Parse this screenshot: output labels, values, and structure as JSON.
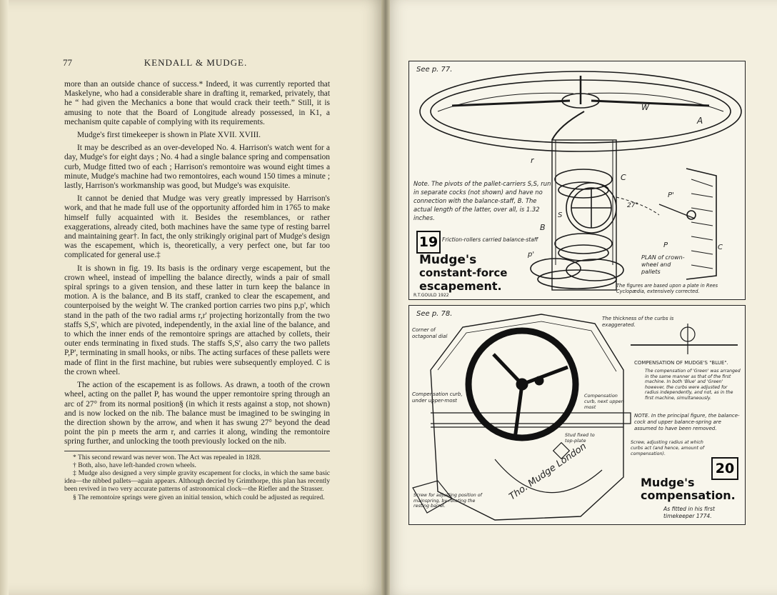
{
  "left_page": {
    "page_number": "77",
    "running_title": "KENDALL & MUDGE.",
    "paragraphs": [
      "more than an outside chance of success.* Indeed, it was currently reported that Maskelyne, who had a considerable share in drafting it, remarked, privately, that he “ had given the Mechanics a bone that would crack their teeth.” Still, it is amusing to note that the Board of Longitude already possessed, in K1, a mechanism quite capable of complying with its requirements.",
      "Mudge's first timekeeper is shown in Plate XVII. XVIII.",
      "It may be described as an over-developed No. 4. Harrison's watch went for a day, Mudge's for eight days ; No. 4 had a single balance spring and compensation curb, Mudge fitted two of each ; Harrison's remontoire was wound eight times a minute, Mudge's machine had two remontoires, each wound 150 times a minute ; lastly, Harrison's workmanship was good, but Mudge's was exquisite.",
      "It cannot be denied that Mudge was very greatly impressed by Harrison's work, and that he made full use of the opportunity afforded him in 1765 to make himself fully acquainted with it. Besides the resemblances, or rather exaggerations, already cited, both machines have the same type of resting barrel and maintaining gear†. In fact, the only strikingly original part of Mudge's design was the escapement, which is, theoretically, a very perfect one, but far too complicated for general use.‡",
      "It is shown in fig. 19. Its basis is the ordinary verge escapement, but the crown wheel, instead of impelling the balance directly, winds a pair of small spiral springs to a given tension, and these latter in turn keep the balance in motion. A is the balance, and B its staff, cranked to clear the escapement, and counterpoised by the weight W. The cranked portion carries two pins p,p', which stand in the path of the two radial arms r,r' projecting horizontally from the two staffs S,S', which are pivoted, independently, in the axial line of the balance, and to which the inner ends of the remontoire springs are attached by collets, their outer ends terminating in fixed studs. The staffs S,S', also carry the two pallets P,P', terminating in small hooks, or nibs. The acting surfaces of these pallets were made of flint in the first machine, but rubies were subsequently employed. C is the crown wheel.",
      "The action of the escapement is as follows. As drawn, a tooth of the crown wheel, acting on the pallet P, has wound the upper remontoire spring through an arc of 27° from its normal position§ (in which it rests against a stop, not shown) and is now locked on the nib. The balance must be imagined to be swinging in the direction shown by the arrow, and when it has swung 27° beyond the dead point the pin p meets the arm r, and carries it along, winding the remontoire spring further, and unlocking the tooth previously locked on the nib."
    ],
    "footnotes": [
      "* This second reward was never won. The Act was repealed in 1828.",
      "† Both, also, have left-handed crown wheels.",
      "‡ Mudge also designed a very simple gravity escapement for clocks, in which the same basic idea—the nibbed pallets—again appears. Although decried by Grimthorpe, this plan has recently been revived in two very accurate patterns of astronomical clock—the Riefler and the Strasser.",
      "§ The remontoire springs were given an initial tension, which could be adjusted as required."
    ]
  },
  "plate19": {
    "ref": "See p. 77.",
    "number": "19",
    "title_line1": "Mudge's",
    "title_line2": "constant-force",
    "title_line3": "escapement.",
    "note": "Note. The pivots of the pallet-carriers S,S, run in separate cocks (not shown) and have no connection with the balance-staff, B. The actual length of the latter, over all, is 1.32 inches.",
    "friction_label": "Friction-rollers carried balance-staff",
    "plan_label": "PLAN of crown-wheel and pallets",
    "source_note": "The figures are based upon a plate in Rees Cyclopædia, extensively corrected.",
    "signature": "R.T.GOULD 1922",
    "letters": [
      "W",
      "A",
      "r",
      "C",
      "P'",
      "27°",
      "S",
      "B",
      "p'",
      "P",
      "C"
    ]
  },
  "plate20": {
    "ref": "See p. 78.",
    "number": "20",
    "title_line1": "Mudge's",
    "title_line2": "compensation.",
    "subtitle": "As fitted in his first timekeeper 1774.",
    "corner_label": "Corner of octagonal dial",
    "curb_left": "Compensation curb, under upper-most",
    "curb_right": "Compensation curb, next upper-most",
    "stud_label": "Stud fixed to top-plate",
    "screw_label": "Screw for adjusting position of mainspring, by rotating the resting barrel.",
    "thickness_note": "The thickness of the curbs is exaggerated.",
    "blue_title": "COMPENSATION OF MUDGE'S \"BLUE\".",
    "blue_text": "The compensation of 'Green' was arranged in the same manner as that of the first machine. In both 'Blue' and 'Green' however, the curbs were adjusted for radius independently, and not, as in the first machine, simultaneously.",
    "principal_note": "NOTE. In the principal figure, the balance-cock and upper balance-spring are assumed to have been removed.",
    "screw_radius": "Screw, adjusting radius at which curbs act (and hence, amount of compensation).",
    "engraving": "Tho. Mudge London"
  }
}
